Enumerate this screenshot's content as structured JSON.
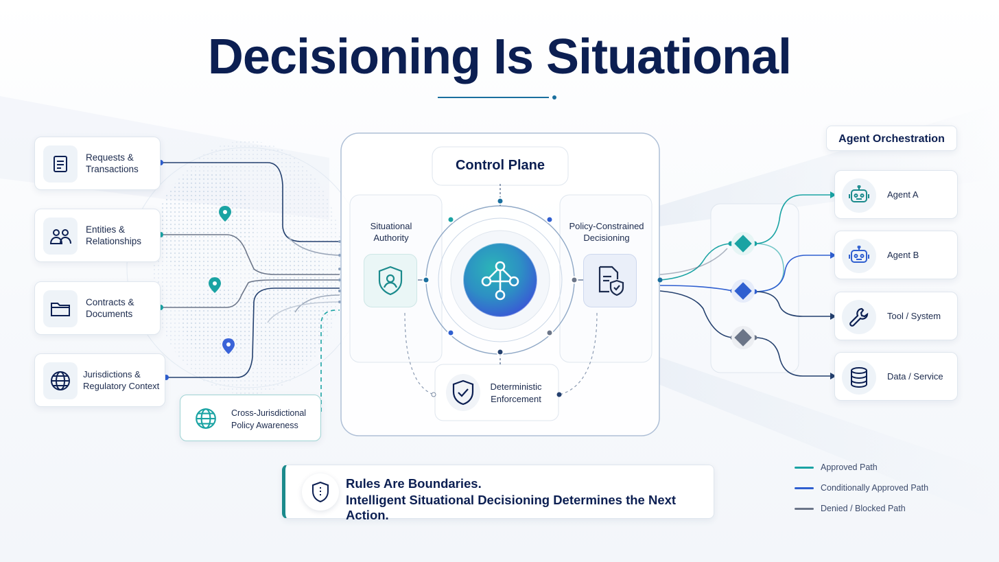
{
  "title": "Decisioning Is Situational",
  "inputs": [
    {
      "label": "Requests &\nTransactions",
      "icon": "document-list-icon"
    },
    {
      "label": "Entities &\nRelationships",
      "icon": "people-icon"
    },
    {
      "label": "Contracts &\nDocuments",
      "icon": "folder-icon"
    },
    {
      "label": "Jurisdictions &\nRegulatory Context",
      "icon": "globe-icon"
    }
  ],
  "cross_jurisdictional": {
    "label": "Cross-Jurisdictional\nPolicy Awareness",
    "icon": "globe-icon"
  },
  "control_plane": {
    "title": "Control Plane",
    "left": {
      "label": "Situational\nAuthority",
      "icon": "shield-user-icon"
    },
    "right": {
      "label": "Policy-Constrained\nDecisioning",
      "icon": "document-shield-icon"
    },
    "bottom": {
      "label": "Deterministic\nEnforcement",
      "icon": "shield-check-icon"
    },
    "core_icon": "network-graph-icon"
  },
  "orchestration": {
    "title": "Agent Orchestration",
    "targets": [
      {
        "label": "Agent A",
        "icon": "robot-icon"
      },
      {
        "label": "Agent B",
        "icon": "robot-icon"
      },
      {
        "label": "Tool / System",
        "icon": "wrench-icon"
      },
      {
        "label": "Data / Service",
        "icon": "database-icon"
      }
    ]
  },
  "banner": {
    "line1": "Rules Are Boundaries.",
    "line2": "Intelligent Situational Decisioning Determines the Next Action.",
    "icon": "shield-icon"
  },
  "legend": [
    {
      "label": "Approved Path",
      "color": "#1aa3a3"
    },
    {
      "label": "Conditionally Approved Path",
      "color": "#2f5fd0"
    },
    {
      "label": "Denied / Blocked Path",
      "color": "#6b7588"
    }
  ],
  "colors": {
    "teal": "#1aa3a3",
    "blue": "#2f5fd0",
    "navy": "#0c1f52",
    "gray": "#6b7588"
  }
}
